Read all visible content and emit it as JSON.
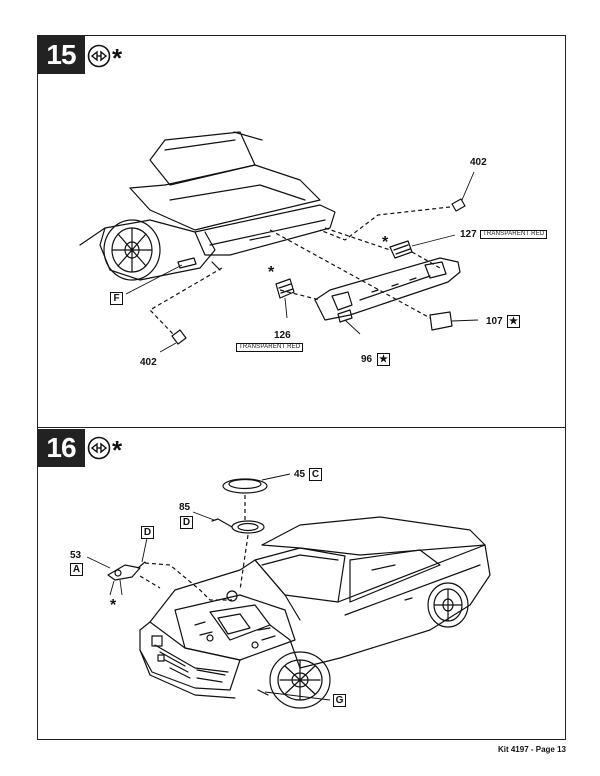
{
  "steps": [
    {
      "number": "15",
      "icon": "glue-icon",
      "marker": "*"
    },
    {
      "number": "16",
      "icon": "glue-icon",
      "marker": "*"
    }
  ],
  "step15": {
    "part_402_top": "402",
    "part_402_bottom": "402",
    "part_127": "127",
    "part_127_color": "TRANSPARENT RED",
    "part_126": "126",
    "part_126_color": "TRANSPARENT RED",
    "part_107": "107",
    "part_96": "96",
    "callout_f": "F",
    "star_mark": "★",
    "asterisk": "*"
  },
  "step16": {
    "part_45": "45",
    "callout_c": "C",
    "part_85": "85",
    "callout_d_85": "D",
    "callout_d": "D",
    "part_53": "53",
    "callout_a": "A",
    "callout_g": "G",
    "asterisk": "*"
  },
  "footer": {
    "text": "Kit 4197 - Page 13"
  }
}
